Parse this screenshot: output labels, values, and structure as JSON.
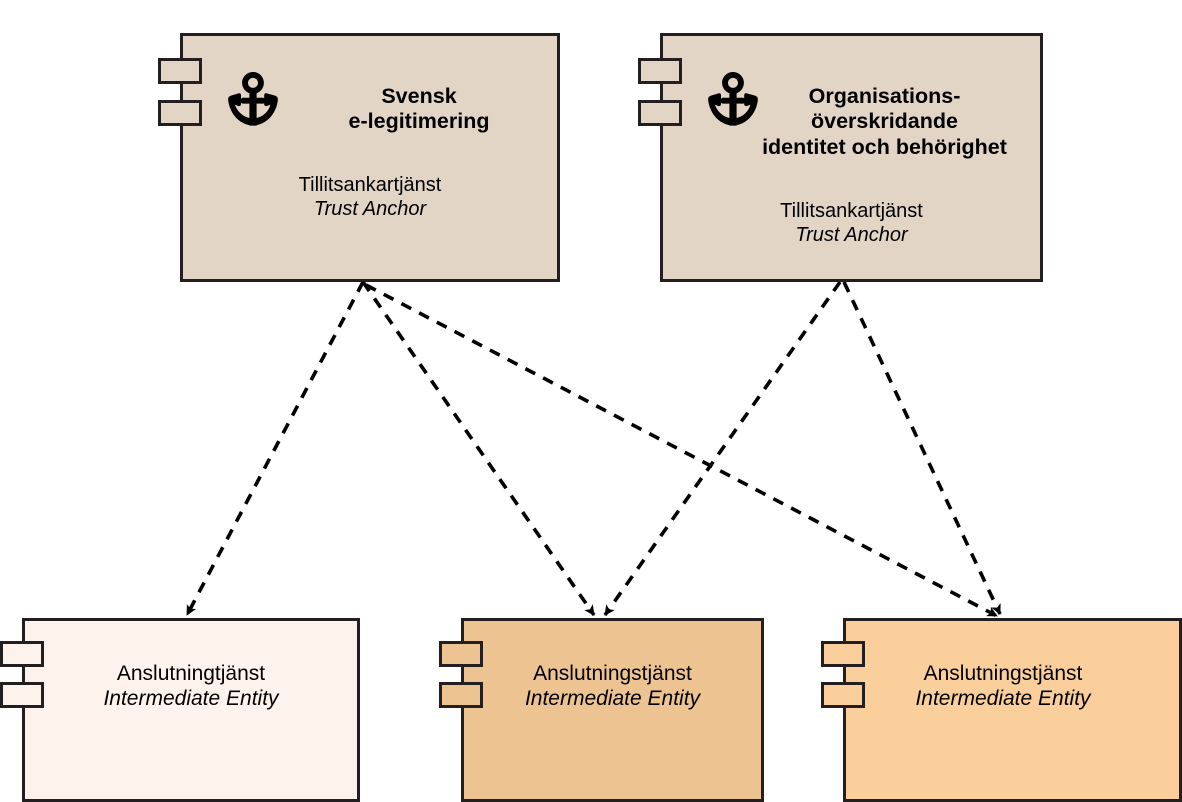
{
  "diagram": {
    "type": "uml-component-diagram",
    "background": "#ffffff",
    "stroke": "#231f20",
    "link_style": "dashed-dependency-arrow"
  },
  "trust_anchors": [
    {
      "id": "svensk-e-legitimering",
      "icon": "anchor-icon",
      "title_lines": [
        "Svensk",
        "e-legitimering"
      ],
      "role_sv": "Tillitsankartjänst",
      "role_en": "Trust Anchor",
      "fill": "#E2D5C6"
    },
    {
      "id": "organisationsoverskridande",
      "icon": "anchor-icon",
      "title_lines": [
        "Organisations-",
        "överskridande",
        "identitet och behörighet"
      ],
      "role_sv": "Tillitsankartjänst",
      "role_en": "Trust Anchor",
      "fill": "#E2D5C6"
    }
  ],
  "intermediate_entities": [
    {
      "id": "intermediate-left",
      "role_sv": "Anslutningtjänst",
      "role_en": "Intermediate Entity",
      "fill": "#FDF3EC"
    },
    {
      "id": "intermediate-middle",
      "role_sv": "Anslutningstjänst",
      "role_en": "Intermediate Entity",
      "fill": "#EDC392"
    },
    {
      "id": "intermediate-right",
      "role_sv": "Anslutningstjänst",
      "role_en": "Intermediate Entity",
      "fill": "#FACF9B"
    }
  ],
  "connections": [
    {
      "from": "svensk-e-legitimering",
      "to": "intermediate-left"
    },
    {
      "from": "svensk-e-legitimering",
      "to": "intermediate-middle"
    },
    {
      "from": "svensk-e-legitimering",
      "to": "intermediate-right"
    },
    {
      "from": "organisationsoverskridande",
      "to": "intermediate-middle"
    },
    {
      "from": "organisationsoverskridande",
      "to": "intermediate-right"
    }
  ]
}
